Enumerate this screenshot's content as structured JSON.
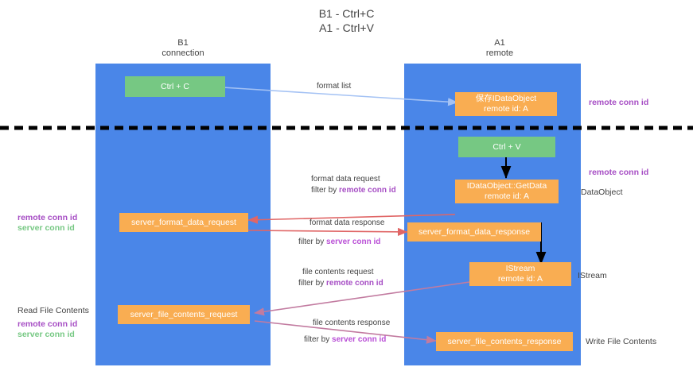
{
  "title": {
    "line1": "B1 - Ctrl+C",
    "line2": "A1 - Ctrl+V"
  },
  "lanes": [
    {
      "id": "b1",
      "line1": "B1",
      "line2": "connection",
      "color": "#4a86e8"
    },
    {
      "id": "a1",
      "line1": "A1",
      "line2": "remote",
      "color": "#4a86e8"
    }
  ],
  "colors": {
    "lane": "#4a86e8",
    "green_box": "#76c883",
    "orange_box": "#f9ad52",
    "purple_text": "#a64dc4",
    "green_text": "#76c883",
    "red_arrow": "#e06666",
    "blue_arrow": "#a4c2f4",
    "magenta_arrow": "#c27ba0",
    "divider": "#000000"
  },
  "boxes": [
    {
      "id": "ctrl-c",
      "label": "Ctrl + C",
      "sub": "",
      "style": "green"
    },
    {
      "id": "save-idataobject",
      "label": "保存IDataObject",
      "sub": "remote id: A",
      "style": "orange"
    },
    {
      "id": "ctrl-v",
      "label": "Ctrl + V",
      "sub": "",
      "style": "green"
    },
    {
      "id": "idataobject-getdata",
      "label": "IDataObject::GetData",
      "sub": "remote id: A",
      "style": "orange"
    },
    {
      "id": "server-format-data-request",
      "label": "server_format_data_request",
      "sub": "",
      "style": "orange"
    },
    {
      "id": "server-format-data-response",
      "label": "server_format_data_response",
      "sub": "",
      "style": "orange"
    },
    {
      "id": "istream",
      "label": "IStream",
      "sub": "remote id: A",
      "style": "orange"
    },
    {
      "id": "server-file-contents-request",
      "label": "server_file_contents_request",
      "sub": "",
      "style": "orange"
    },
    {
      "id": "server-file-contents-response",
      "label": "server_file_contents_response",
      "sub": "",
      "style": "orange"
    }
  ],
  "edge_labels": [
    {
      "id": "format-list",
      "text": "format list",
      "filter_prefix": "",
      "filter_value": ""
    },
    {
      "id": "format-data-request",
      "text": "format data request",
      "filter_prefix": "filter by ",
      "filter_value": "remote conn id"
    },
    {
      "id": "format-data-response",
      "text": "format data response",
      "filter_prefix": "filter by ",
      "filter_value": "server conn id"
    },
    {
      "id": "file-contents-request",
      "text": "file contents request",
      "filter_prefix": "filter by ",
      "filter_value": "remote conn id"
    },
    {
      "id": "file-contents-response",
      "text": "file contents response",
      "filter_prefix": "filter by ",
      "filter_value": "server conn id"
    }
  ],
  "annotations": {
    "right_remote_conn_id_top": "remote conn id",
    "right_remote_conn_id_mid": "remote conn id",
    "right_dataobject": "DataObject",
    "right_istream": "IStream",
    "right_write_file_contents": "Write File Contents",
    "left_remote_conn_id": "remote conn id",
    "left_server_conn_id": "server conn id",
    "left_read_file_contents": "Read File Contents",
    "left_remote_conn_id_2": "remote conn id",
    "left_server_conn_id_2": "server conn id"
  }
}
